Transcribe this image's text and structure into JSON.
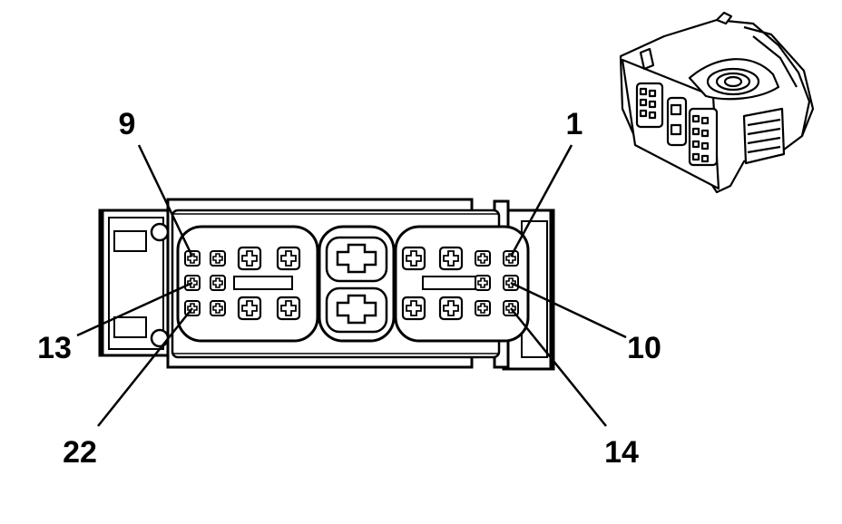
{
  "pin_labels": {
    "pin_9": "9",
    "pin_1": "1",
    "pin_13": "13",
    "pin_10": "10",
    "pin_22": "22",
    "pin_14": "14"
  },
  "colors": {
    "line": "#000000",
    "background": "#ffffff"
  }
}
